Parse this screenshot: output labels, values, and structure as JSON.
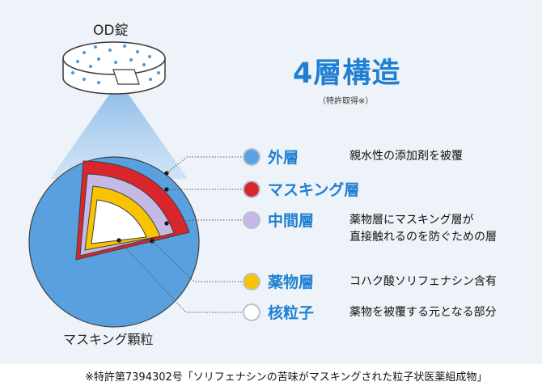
{
  "header": {
    "title": "4層構造",
    "subtitle": "（特許取得※）"
  },
  "tablet": {
    "label": "OD錠"
  },
  "granule": {
    "label": "マスキング顆粒"
  },
  "layers": [
    {
      "name": "外層",
      "description": "親水性の添加剤を被覆",
      "color": "#5aa2e0"
    },
    {
      "name": "マスキング層",
      "description": "",
      "color": "#d9262c"
    },
    {
      "name": "中間層",
      "description": "薬物層にマスキング層が\n直接触れるのを防ぐための層",
      "color": "#c5b9e6"
    },
    {
      "name": "薬物層",
      "description": "コハク酸ソリフェナシン含有",
      "color": "#f8c300"
    },
    {
      "name": "核粒子",
      "description": "薬物を被覆する元となる部分",
      "color": "#ffffff"
    }
  ],
  "footnote": "※特許第7394302号「ソリフェナシンの苦味がマスキングされた粒子状医薬組成物」"
}
